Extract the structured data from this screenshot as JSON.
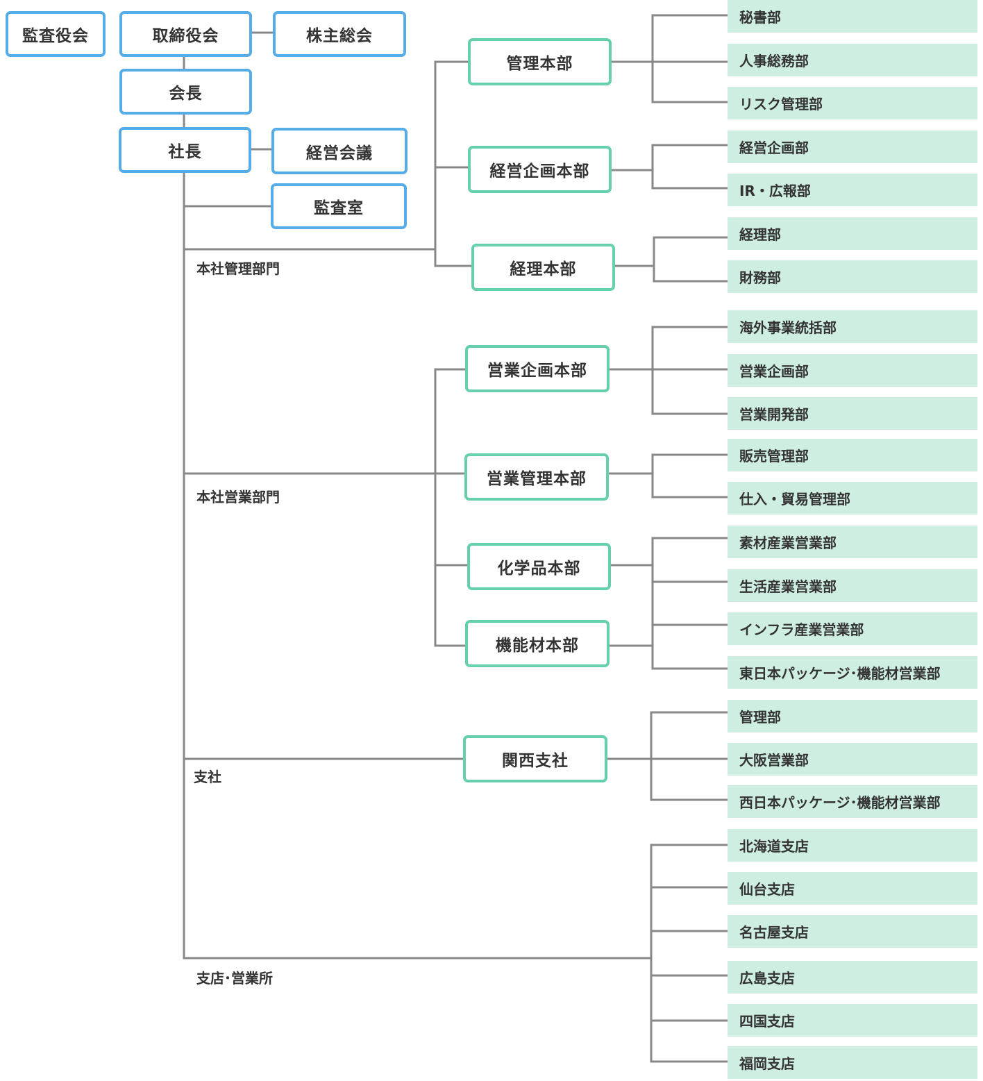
{
  "top": {
    "auditors": "監査役会",
    "board": "取締役会",
    "shareholders": "株主総会",
    "chairman": "会長",
    "president": "社長",
    "management_meeting": "経営会議",
    "audit_office": "監査室"
  },
  "sections": {
    "hq_admin": "本社管理部門",
    "hq_sales": "本社営業部門",
    "branch_co": "支社",
    "branches": "支店･営業所"
  },
  "divisions": {
    "admin": "管理本部",
    "corp_planning": "経営企画本部",
    "accounting": "経理本部",
    "sales_planning": "営業企画本部",
    "sales_admin": "営業管理本部",
    "chemicals": "化学品本部",
    "functional": "機能材本部",
    "kansai": "関西支社"
  },
  "departments": [
    "秘書部",
    "人事総務部",
    "リスク管理部",
    "経営企画部",
    "IR・広報部",
    "経理部",
    "財務部",
    "海外事業統括部",
    "営業企画部",
    "営業開発部",
    "販売管理部",
    "仕入・貿易管理部",
    "素材産業営業部",
    "生活産業営業部",
    "インフラ産業営業部",
    "東日本パッケージ･機能材営業部",
    "管理部",
    "大阪営業部",
    "西日本パッケージ･機能材営業部",
    "北海道支店",
    "仙台支店",
    "名古屋支店",
    "広島支店",
    "四国支店",
    "福岡支店"
  ],
  "colors": {
    "executive_border": "#56ace6",
    "division_border": "#66cfae",
    "department_fill": "#cfeee2",
    "connector": "#888888"
  }
}
